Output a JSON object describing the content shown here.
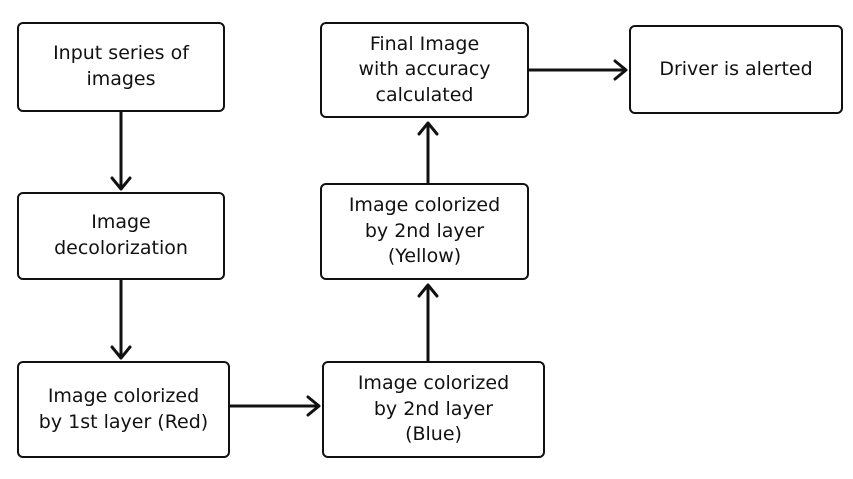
{
  "nodes": {
    "input": {
      "label": "Input series of\nimages"
    },
    "decolor": {
      "label": "Image\ndecolorization"
    },
    "red": {
      "label": "Image colorized\nby 1st layer (Red)"
    },
    "blue": {
      "label": "Image colorized\nby 2nd layer\n(Blue)"
    },
    "yellow": {
      "label": "Image colorized\nby 2nd layer\n(Yellow)"
    },
    "final": {
      "label": "Final Image\nwith accuracy\ncalculated"
    },
    "driver": {
      "label": "Driver is alerted"
    }
  },
  "edges": [
    {
      "from": "input",
      "to": "decolor"
    },
    {
      "from": "decolor",
      "to": "red"
    },
    {
      "from": "red",
      "to": "blue"
    },
    {
      "from": "blue",
      "to": "yellow"
    },
    {
      "from": "yellow",
      "to": "final"
    },
    {
      "from": "final",
      "to": "driver"
    }
  ],
  "colors": {
    "stroke": "#111111",
    "background": "#ffffff",
    "text": "#111111"
  }
}
